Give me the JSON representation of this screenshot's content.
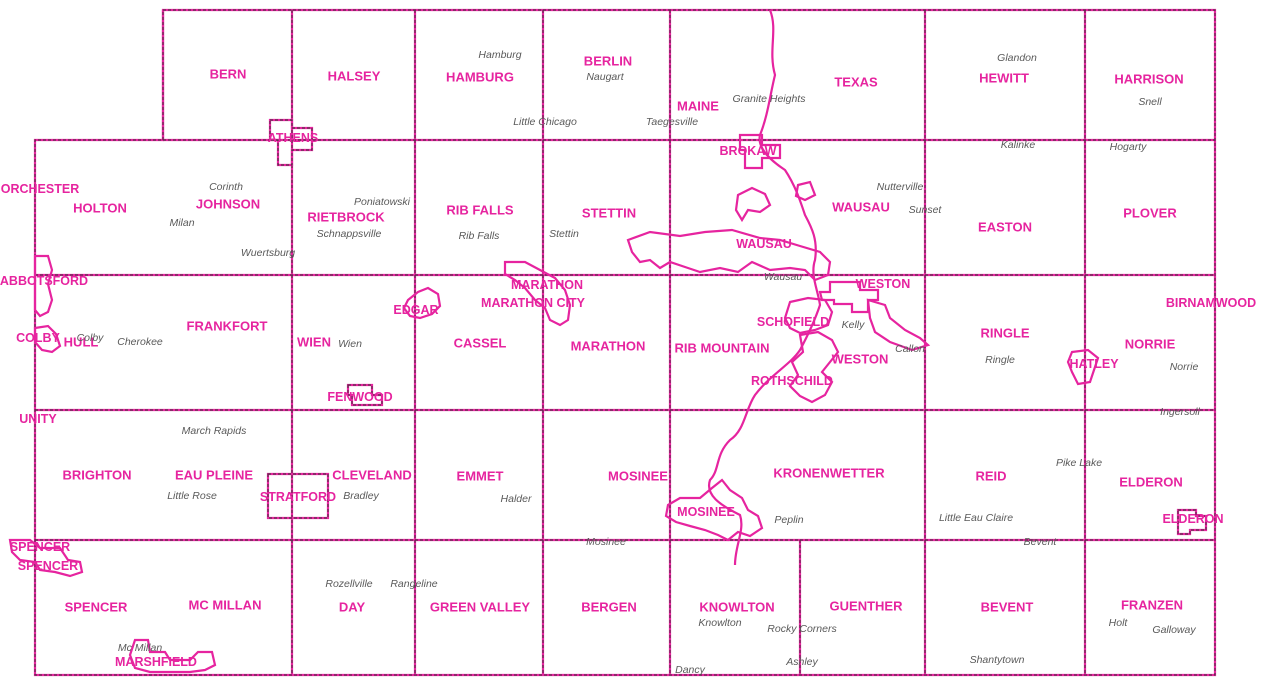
{
  "map": {
    "colors": {
      "boundary": "#e6249f",
      "border_dash": "#333333",
      "town_label": "#e6249f",
      "place_label": "#5a5a5a",
      "background": "#ffffff"
    },
    "towns": [
      "BERN",
      "HALSEY",
      "HAMBURG",
      "BERLIN",
      "MAINE",
      "TEXAS",
      "HEWITT",
      "HARRISON",
      "HOLTON",
      "JOHNSON",
      "RIETBROCK",
      "RIB FALLS",
      "STETTIN",
      "WAUSAU",
      "EASTON",
      "PLOVER",
      "HULL",
      "FRANKFORT",
      "WIEN",
      "CASSEL",
      "MARATHON",
      "RIB MOUNTAIN",
      "WESTON",
      "RINGLE",
      "NORRIE",
      "BRIGHTON",
      "EAU PLEINE",
      "CLEVELAND",
      "EMMET",
      "MOSINEE",
      "KRONENWETTER",
      "REID",
      "ELDERON",
      "SPENCER",
      "MC MILLAN",
      "DAY",
      "GREEN VALLEY",
      "BERGEN",
      "KNOWLTON",
      "GUENTHER",
      "BEVENT",
      "FRANZEN"
    ],
    "cities": [
      "ATHENS",
      "BROKAW",
      "WAUSAU",
      "ORCHESTER",
      "ABBOTSFORD",
      "COLBY",
      "UNITY",
      "EDGAR",
      "MARATHON",
      "MARATHON CITY",
      "SCHOFIELD",
      "WESTON",
      "ROTHSCHILD",
      "FENWOOD",
      "BIRNAMWOOD",
      "HATLEY",
      "STRATFORD",
      "MOSINEE",
      "ELDERON",
      "SPENCER",
      "MARSHFIELD"
    ],
    "places": [
      "Hamburg",
      "Naugart",
      "Granite Heights",
      "Glandon",
      "Snell",
      "Little Chicago",
      "Taegesville",
      "Kalinke",
      "Hogarty",
      "Corinth",
      "Milan",
      "Poniatowski",
      "Schnappsville",
      "Nutterville",
      "Sunset",
      "Rib Falls",
      "Stettin",
      "Wuertsburg",
      "Wausau",
      "Cherokee",
      "Wien",
      "Kelly",
      "Callon",
      "Ringle",
      "Norrie",
      "March Rapids",
      "Ingersoll",
      "Little Rose",
      "Bradley",
      "Halder",
      "Pike Lake",
      "Peplin",
      "Little Eau Claire",
      "Mosinee",
      "Bevent",
      "Rozellville",
      "Rangeline",
      "Knowlton",
      "Rocky Corners",
      "Holt",
      "Galloway",
      "Ashley",
      "Dancy",
      "Shantytown",
      "Mc Millan",
      "Colby"
    ]
  }
}
